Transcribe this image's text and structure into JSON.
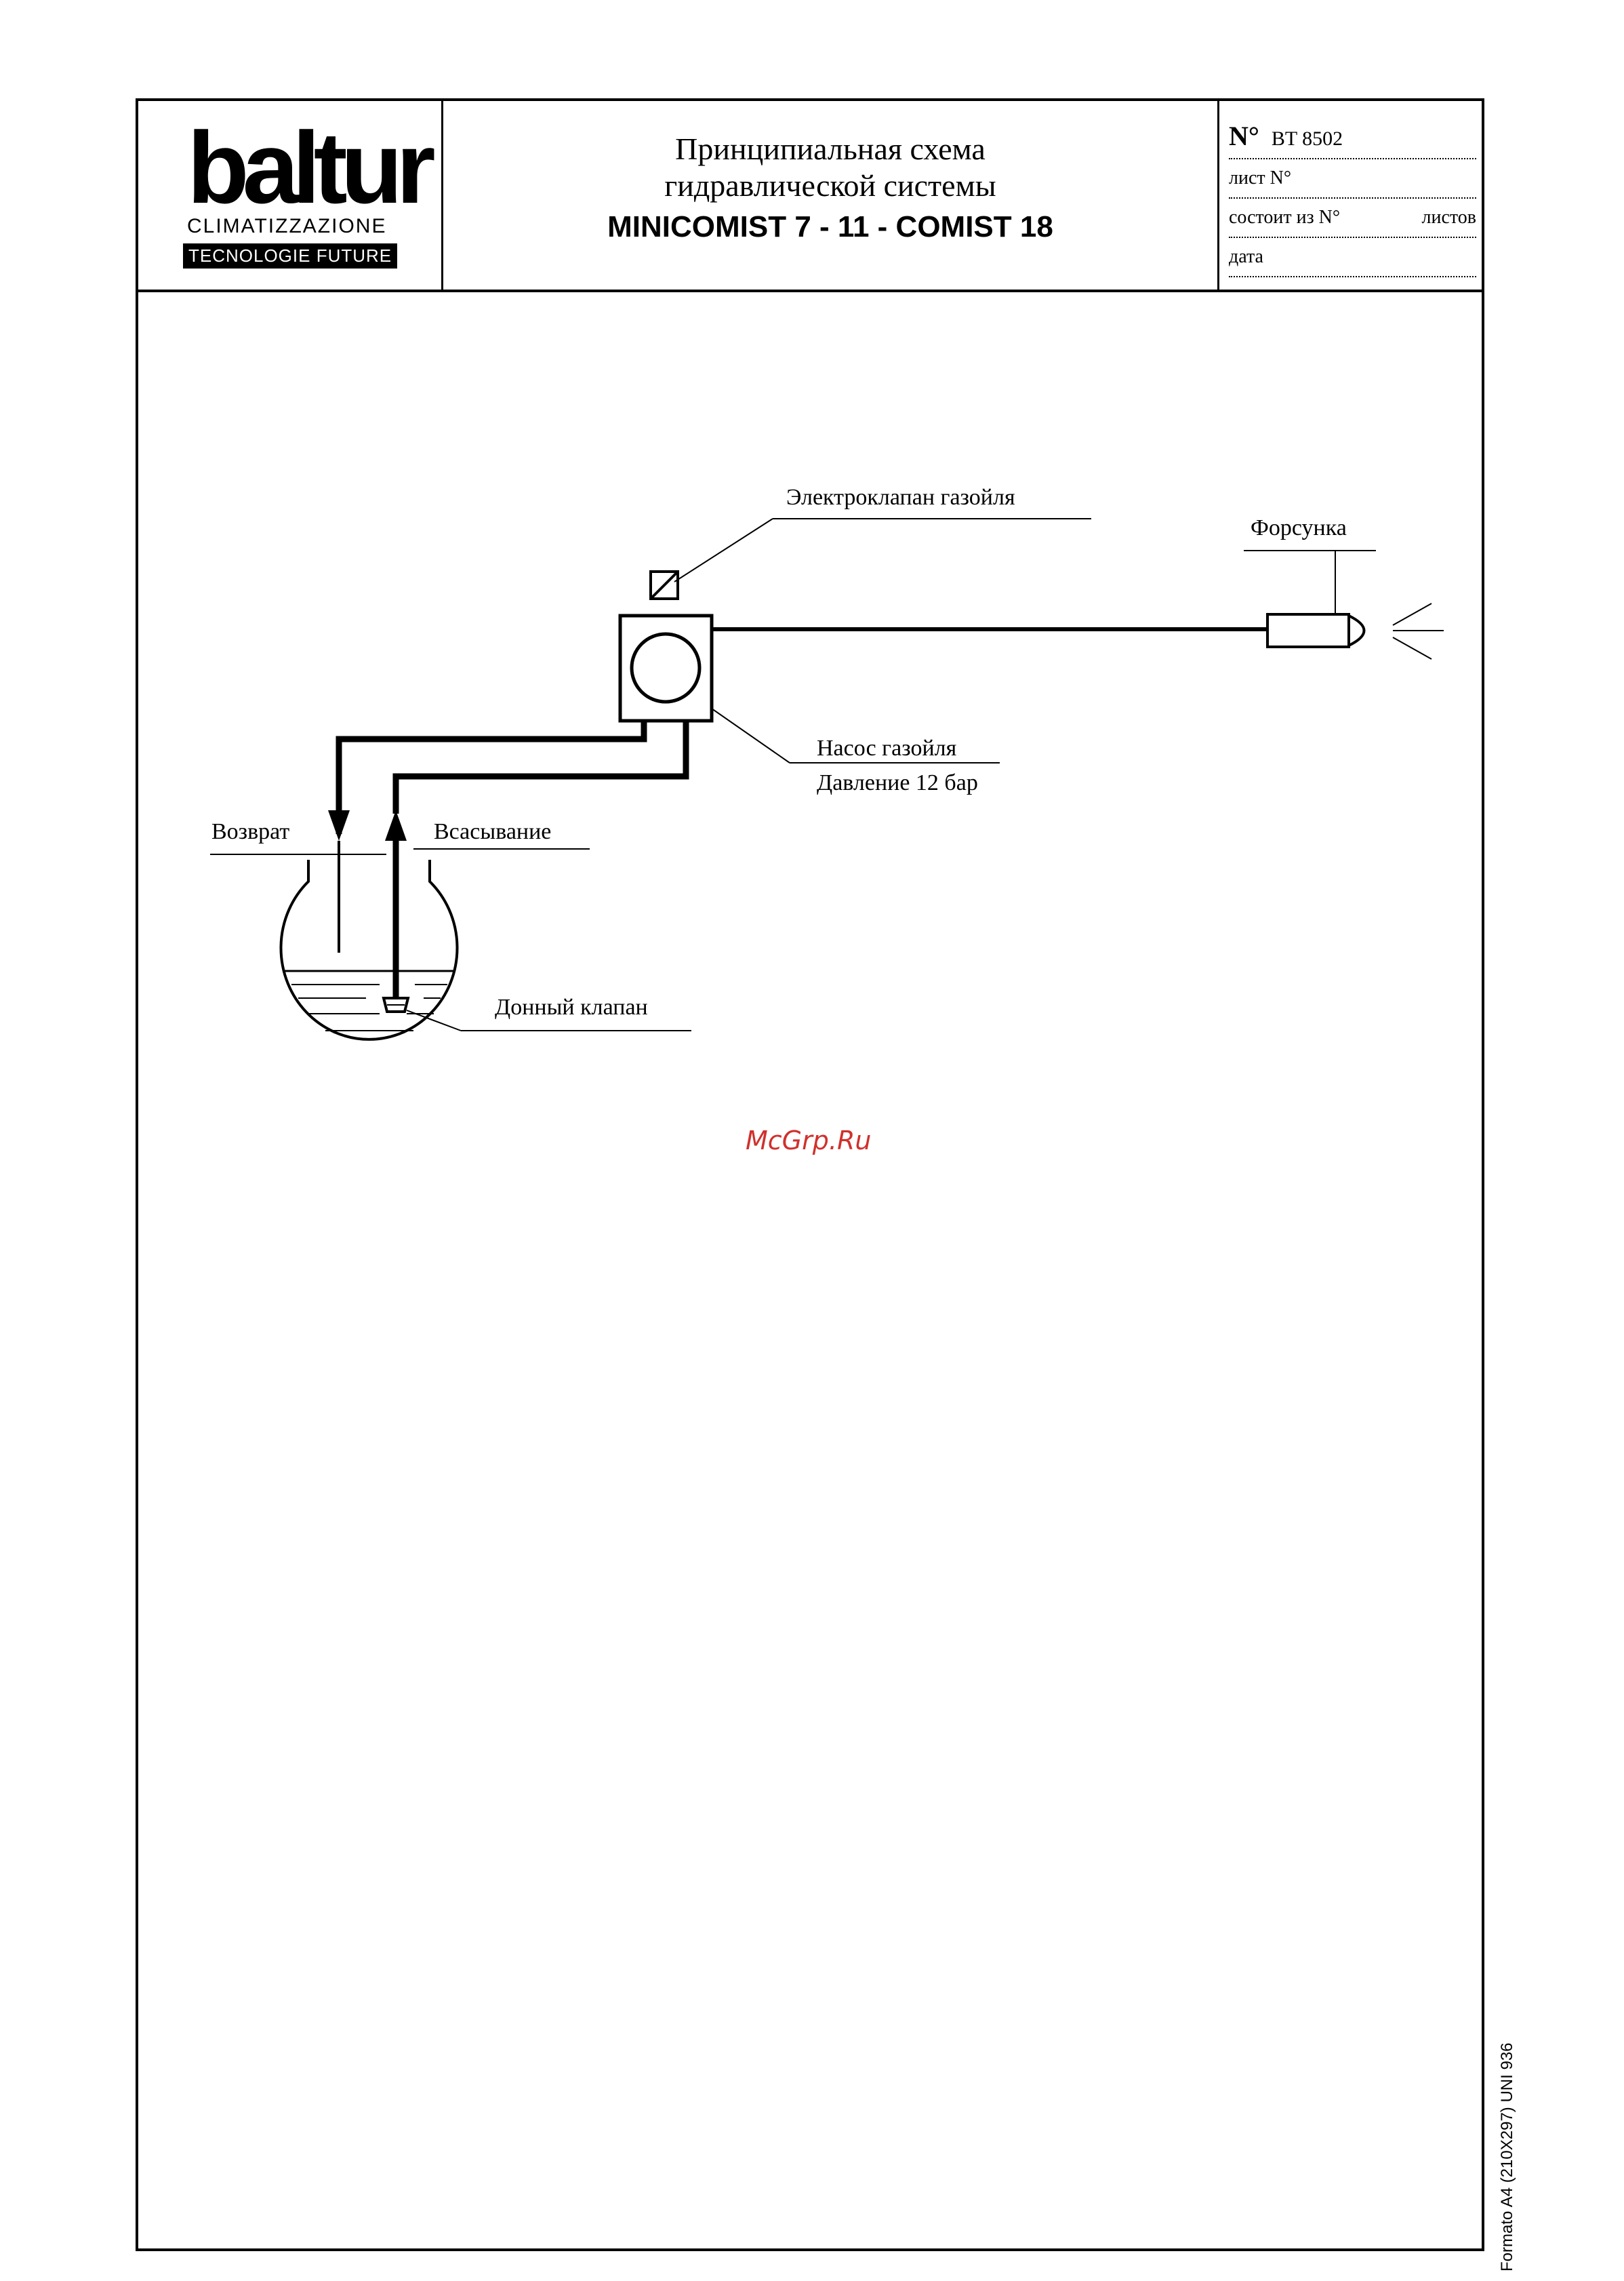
{
  "logo": {
    "word": "baltur",
    "sub1": "CLIMATIZZAZIONE",
    "sub2": "TECNOLOGIE FUTURE"
  },
  "title": {
    "line1": "Принципиальная схема",
    "line2": "гидравлической системы",
    "line3": "MINICOMIST  7 -  11 - COMIST  18"
  },
  "info": {
    "no_label": "N°",
    "no_value": "BT 8502",
    "sheet_label": "лист N°",
    "consists_label": "состоит из N°",
    "sheets_label": "листов",
    "date_label": "дата"
  },
  "labels": {
    "solenoid_valve": "Электроклапан газойля",
    "nozzle": "Форсунка",
    "pump": "Насос газойля",
    "pressure": "Давление 12 бар",
    "return": "Возврат",
    "suction": "Всасывание",
    "foot_valve": "Донный клапан"
  },
  "watermark": "McGrp.Ru",
  "format_note": "Formato A4 (210X297) UNI 936"
}
